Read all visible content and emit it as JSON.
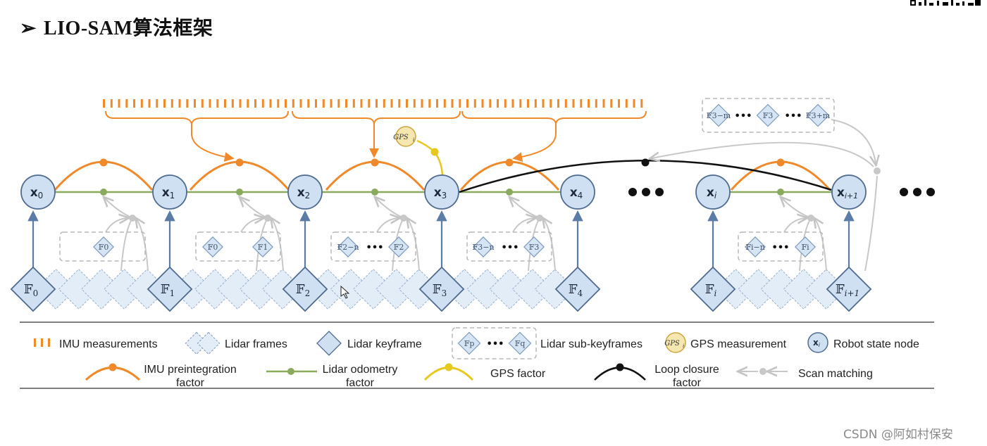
{
  "title": {
    "arrow": "➢",
    "text": "LIO-SAM算法框架"
  },
  "watermark": "CSDN @阿如村保安",
  "nodes": [
    "x0",
    "x1",
    "x2",
    "x3",
    "x4",
    "xi",
    "xi+1"
  ],
  "node_labels": {
    "x0": {
      "base": "x",
      "sub": "0"
    },
    "x1": {
      "base": "x",
      "sub": "1"
    },
    "x2": {
      "base": "x",
      "sub": "2"
    },
    "x3": {
      "base": "x",
      "sub": "3"
    },
    "x4": {
      "base": "x",
      "sub": "4"
    },
    "xi": {
      "base": "x",
      "sub": "i"
    },
    "xi1": {
      "base": "x",
      "sub": "i+1"
    }
  },
  "keyframe_labels": {
    "f0": {
      "base": "𝔽",
      "sub": "0"
    },
    "f1": {
      "base": "𝔽",
      "sub": "1"
    },
    "f2": {
      "base": "𝔽",
      "sub": "2"
    },
    "f3": {
      "base": "𝔽",
      "sub": "3"
    },
    "f4": {
      "base": "𝔽",
      "sub": "4"
    },
    "fi": {
      "base": "𝔽",
      "sub": "i"
    },
    "fi1": {
      "base": "𝔽",
      "sub": "i+1"
    }
  },
  "subkeyframe_labels": {
    "g1a": "𝔽0",
    "g2a": "𝔽0",
    "g2b": "𝔽1",
    "g3a": "𝔽2−n",
    "g3b": "𝔽2",
    "g4a": "𝔽3−n",
    "g4b": "𝔽3",
    "g5a": "𝔽i−n",
    "g5b": "𝔽i",
    "top_a": "𝔽3−m",
    "top_b": "𝔽3",
    "top_c": "𝔽3+m"
  },
  "ellipsis": "•••",
  "gps_node": "GPS",
  "gps_node_sub": "i",
  "legend": {
    "imu_measurements": "IMU measurements",
    "lidar_frames": "Lidar frames",
    "lidar_keyframe": "Lidar keyframe",
    "lidar_subkeyframes": "Lidar sub-keyframes",
    "sub_p": "𝔽p",
    "sub_q": "𝔽q",
    "gps_measurement": "GPS measurement",
    "gps_icon": "GPS",
    "gps_icon_sub": "i",
    "robot_state_node": "Robot state node",
    "robot_icon": "x",
    "robot_icon_sub": "i",
    "imu_factor_line1": "IMU preintegration",
    "imu_factor_line2": "factor",
    "lidar_odom_line1": "Lidar odometry",
    "lidar_odom_line2": "factor",
    "gps_factor": "GPS factor",
    "loop_line1": "Loop closure",
    "loop_line2": "factor",
    "scan_matching": "Scan matching"
  },
  "colors": {
    "imu": "#f0892a",
    "lidar_odom": "#8aab5e",
    "gps": "#e6c81f",
    "loop": "#111111",
    "scan": "#c8c8c8",
    "node_fill": "#cfe0f3",
    "node_stroke": "#4f6b8e",
    "frame_fill": "#e3edf8",
    "frame_stroke": "#8ea8c6"
  }
}
